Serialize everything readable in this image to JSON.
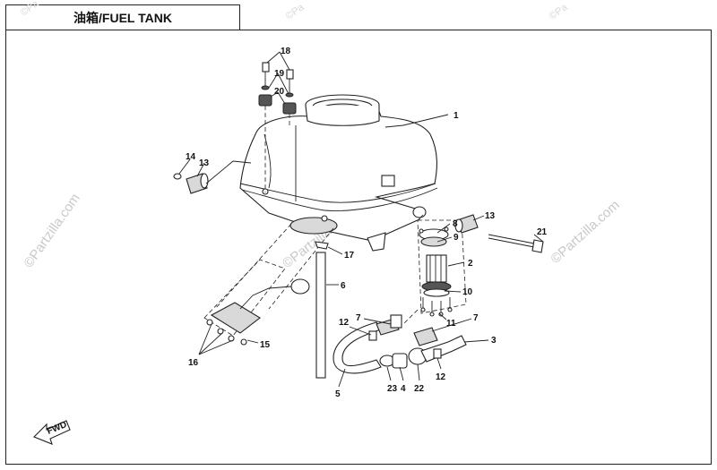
{
  "title": "油箱/FUEL TANK",
  "watermarks": {
    "brand": "©Partzilla.com",
    "corner": "©Pa"
  },
  "fwd_arrow": "FWD",
  "callouts": [
    {
      "id": "1",
      "label": "1"
    },
    {
      "id": "2",
      "label": "2"
    },
    {
      "id": "3",
      "label": "3"
    },
    {
      "id": "4",
      "label": "4"
    },
    {
      "id": "5",
      "label": "5"
    },
    {
      "id": "6",
      "label": "6"
    },
    {
      "id": "7a",
      "label": "7"
    },
    {
      "id": "7b",
      "label": "7"
    },
    {
      "id": "8",
      "label": "8"
    },
    {
      "id": "9",
      "label": "9"
    },
    {
      "id": "10",
      "label": "10"
    },
    {
      "id": "11",
      "label": "11"
    },
    {
      "id": "12a",
      "label": "12"
    },
    {
      "id": "12b",
      "label": "12"
    },
    {
      "id": "13a",
      "label": "13"
    },
    {
      "id": "13b",
      "label": "13"
    },
    {
      "id": "14",
      "label": "14"
    },
    {
      "id": "15",
      "label": "15"
    },
    {
      "id": "16",
      "label": "16"
    },
    {
      "id": "17",
      "label": "17"
    },
    {
      "id": "18",
      "label": "18"
    },
    {
      "id": "19",
      "label": "19"
    },
    {
      "id": "20",
      "label": "20"
    },
    {
      "id": "21",
      "label": "21"
    },
    {
      "id": "22",
      "label": "22"
    },
    {
      "id": "23",
      "label": "23"
    }
  ]
}
